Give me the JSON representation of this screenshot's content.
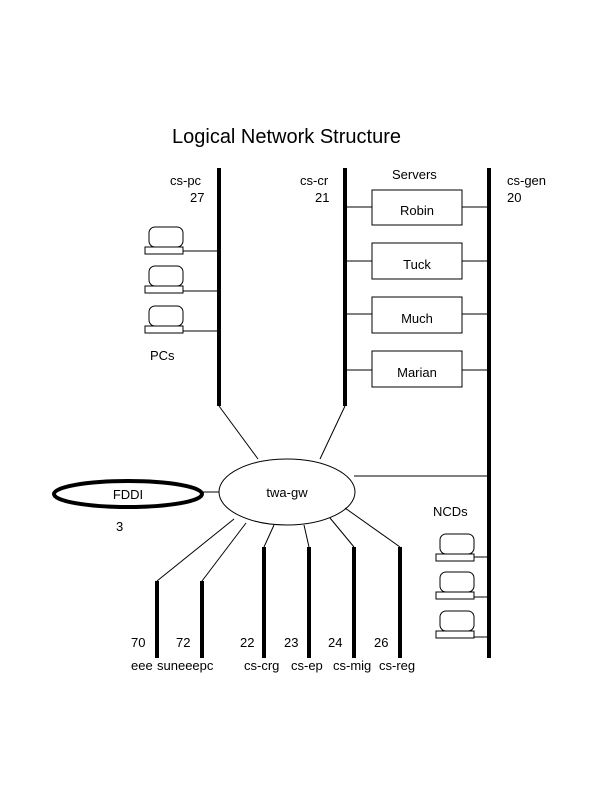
{
  "title": "Logical Network Structure",
  "networks": {
    "cs_pc": {
      "name": "cs-pc",
      "number": "27"
    },
    "cs_cr": {
      "name": "cs-cr",
      "number": "21"
    },
    "cs_gen": {
      "name": "cs-gen",
      "number": "20"
    }
  },
  "servers": {
    "heading": "Servers",
    "items": [
      "Robin",
      "Tuck",
      "Much",
      "Marian"
    ]
  },
  "pcs_label": "PCs",
  "ncds_label": "NCDs",
  "gateway": "twa-gw",
  "fddi": {
    "name": "FDDI",
    "number": "3"
  },
  "subnets": [
    {
      "name": "eee",
      "number": "70"
    },
    {
      "name": "suneeepc",
      "number": "72"
    },
    {
      "name": "cs-crg",
      "number": "22"
    },
    {
      "name": "cs-ep",
      "number": "23"
    },
    {
      "name": "cs-mig",
      "number": "24"
    },
    {
      "name": "cs-reg",
      "number": "26"
    }
  ],
  "colors": {
    "ink": "#000000",
    "background": "#ffffff"
  }
}
